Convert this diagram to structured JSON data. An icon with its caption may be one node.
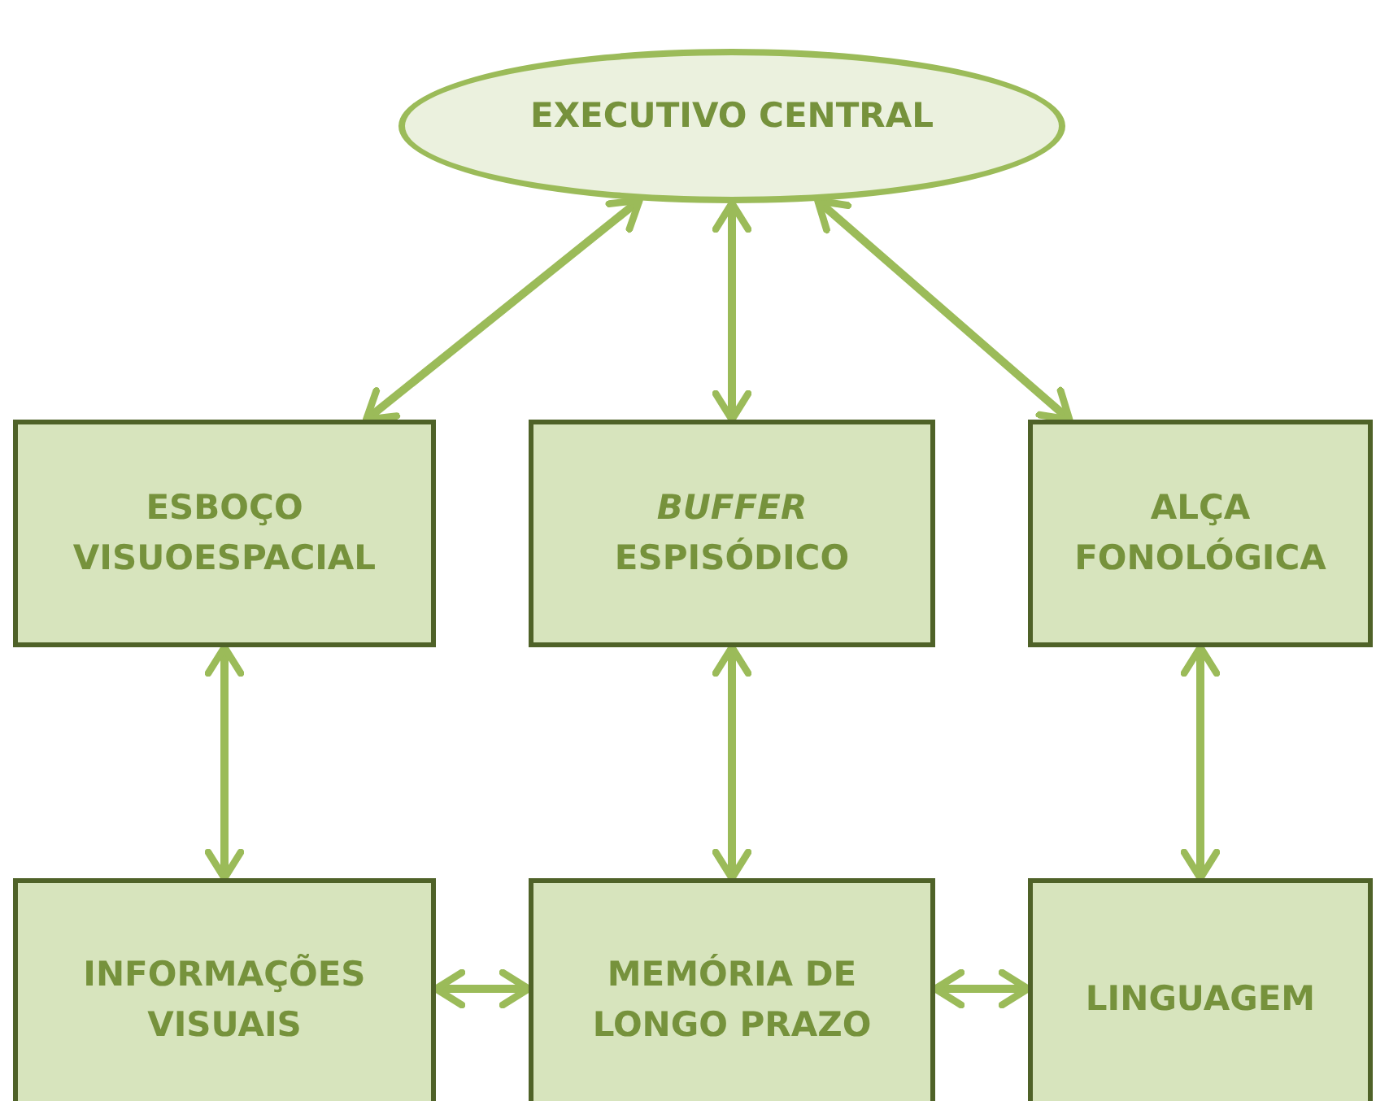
{
  "diagram": {
    "nodes": [
      {
        "text": [
          "EXECUTIVO CENTRAL"
        ]
      },
      {
        "text": [
          "ESBOÇO VISUOESPACIAL"
        ]
      },
      {
        "text": [
          "*BUFFER* ESPISÓDICO"
        ]
      },
      {
        "text": [
          "ALÇA FONOLÓGICA"
        ]
      },
      {
        "text": [
          "INFORMAÇÕES VISUAIS"
        ]
      },
      {
        "text": [
          "MEMÓRIA DE LONGO PRAZO"
        ]
      },
      {
        "text": [
          "LINGUAGEM"
        ]
      }
    ],
    "edges": [
      {
        "from": 1,
        "to": 0,
        "arrow": "both"
      },
      {
        "from": 2,
        "to": 0,
        "arrow": "both"
      },
      {
        "from": 3,
        "to": 0,
        "arrow": "both"
      },
      {
        "from": 1,
        "to": 4,
        "arrow": "both"
      },
      {
        "from": 2,
        "to": 5,
        "arrow": "both"
      },
      {
        "from": 3,
        "to": 6,
        "arrow": "both"
      },
      {
        "from": 4,
        "to": 5,
        "arrow": "both"
      },
      {
        "from": 5,
        "to": 6,
        "arrow": "both"
      }
    ]
  }
}
